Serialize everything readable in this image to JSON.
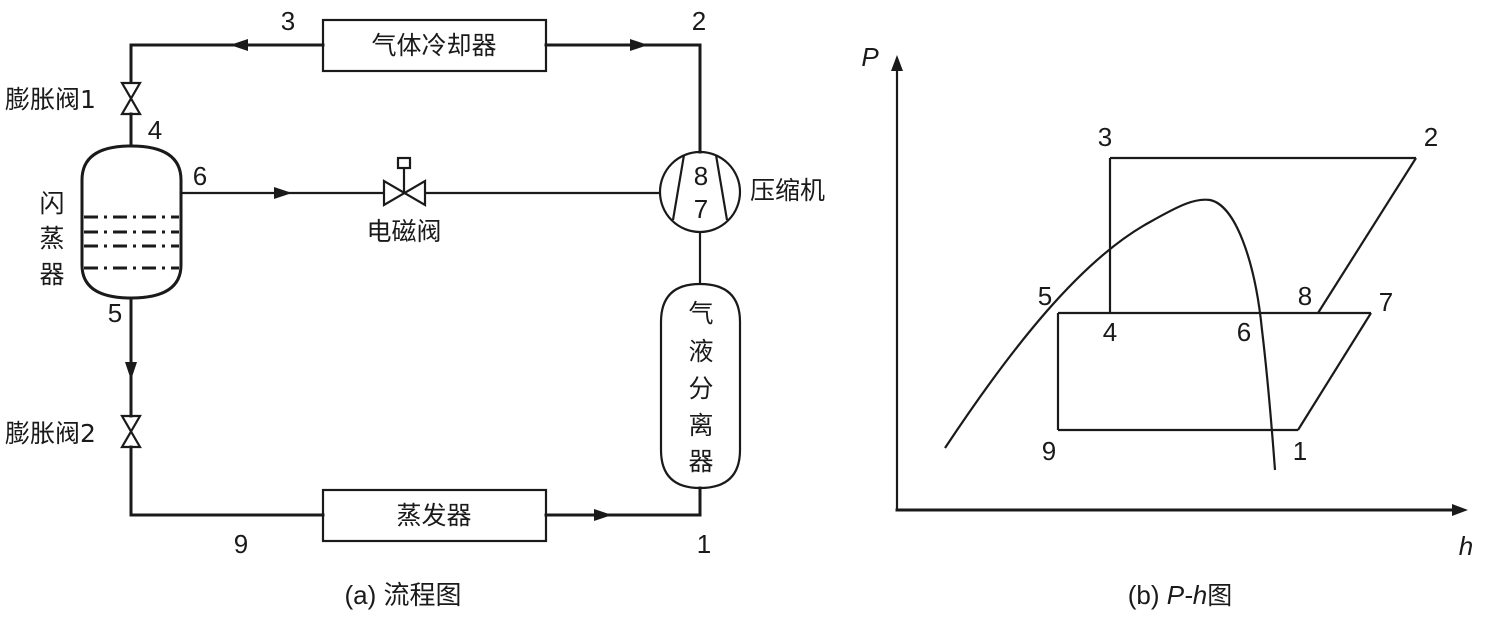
{
  "flow_diagram": {
    "caption": "(a) 流程图",
    "components": {
      "gas_cooler": "气体冷却器",
      "expansion_valve_1": "膨胀阀1",
      "expansion_valve_2": "膨胀阀2",
      "flash_tank": [
        "闪",
        "蒸",
        "器"
      ],
      "solenoid_valve": "电磁阀",
      "compressor": "压缩机",
      "separator": [
        "气",
        "液",
        "分",
        "离",
        "器"
      ],
      "evaporator": "蒸发器"
    },
    "state_points": {
      "p1": "1",
      "p2": "2",
      "p3": "3",
      "p4": "4",
      "p5": "5",
      "p6": "6",
      "p7": "7",
      "p8": "8",
      "p9": "9"
    }
  },
  "ph_diagram": {
    "caption_prefix": "(b) ",
    "caption_var": "P-h",
    "caption_suffix": "图",
    "y_axis_label": "P",
    "x_axis_label": "h",
    "state_points": {
      "p1": "1",
      "p2": "2",
      "p3": "3",
      "p4": "4",
      "p5": "5",
      "p6": "6",
      "p7": "7",
      "p8": "8",
      "p9": "9"
    }
  },
  "colors": {
    "ink": "#1a1a1a",
    "background": "#ffffff"
  }
}
